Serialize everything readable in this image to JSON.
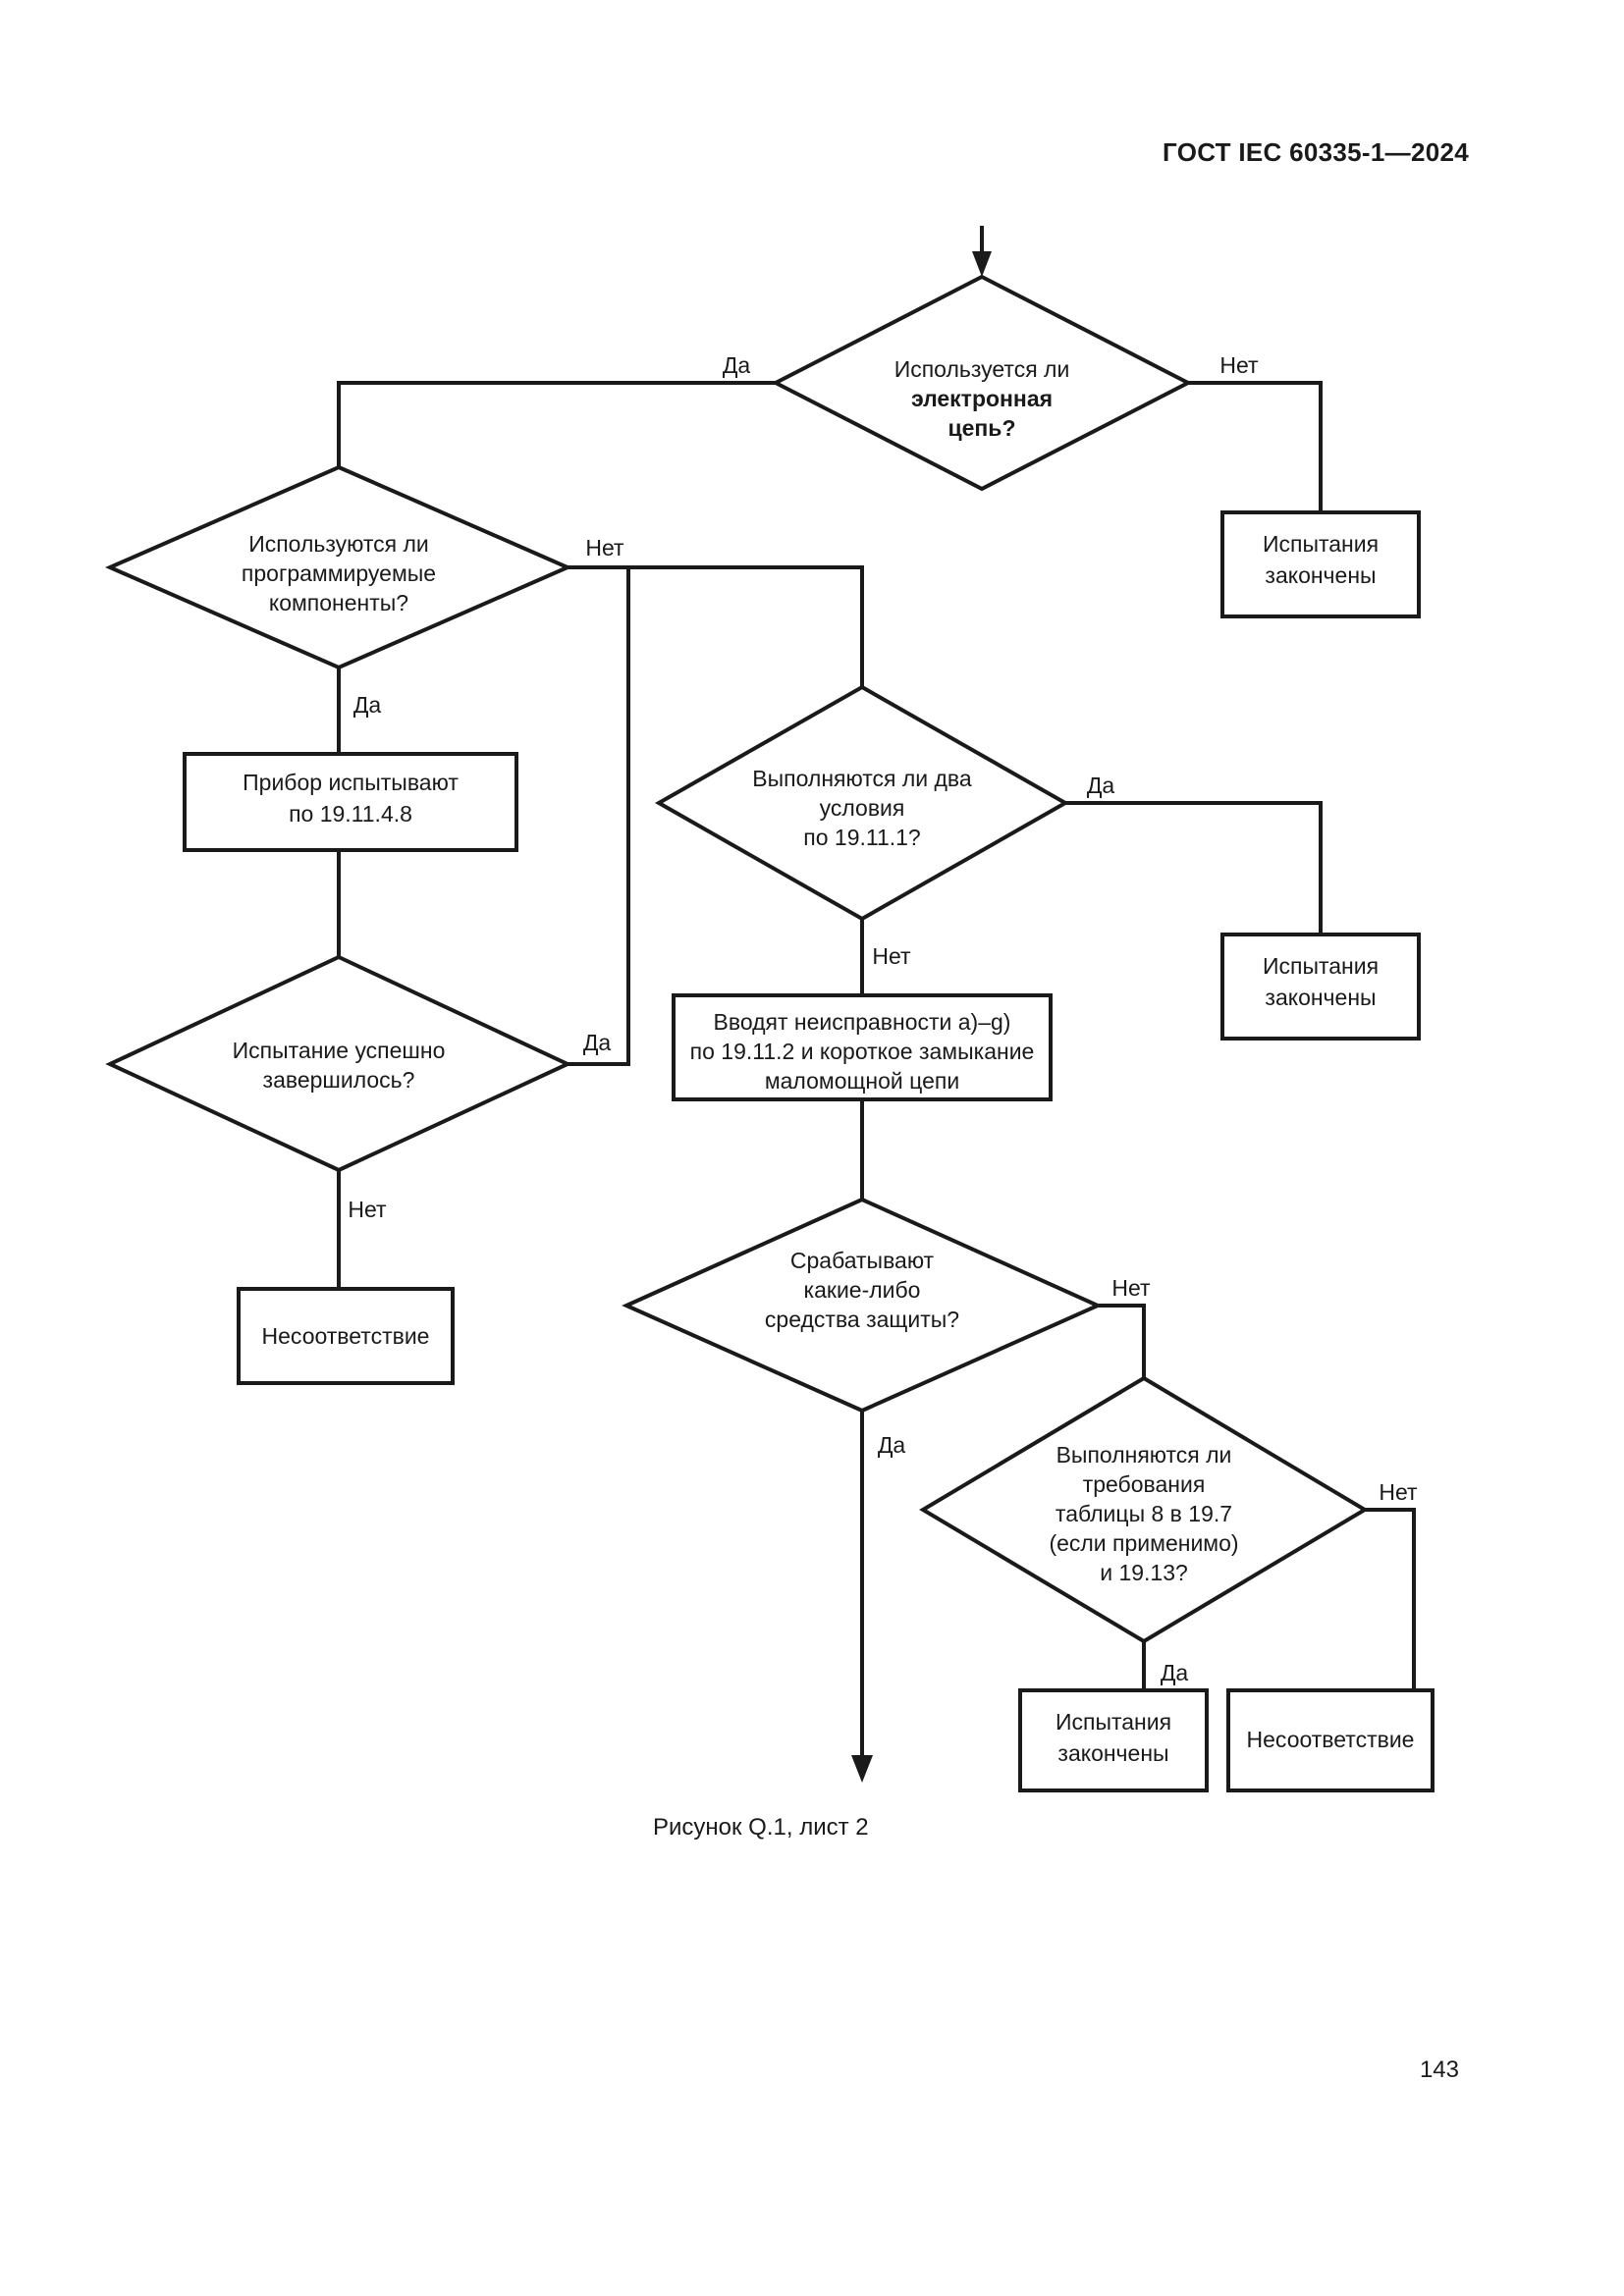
{
  "document": {
    "header": "ГОСТ IEC 60335-1—2024",
    "page_number": "143",
    "figure_caption": "Рисунок Q.1, лист 2"
  },
  "colors": {
    "ink": "#1a1a1a",
    "paper": "#ffffff"
  },
  "flowchart": {
    "labels": {
      "yes": "Да",
      "no": "Нет"
    },
    "nodes": {
      "d_electronic": {
        "type": "decision",
        "lines": [
          {
            "text": "Используется ли",
            "bold": false
          },
          {
            "text": "электронная",
            "bold": true
          },
          {
            "text": "цепь?",
            "bold": true
          }
        ]
      },
      "d_programmable": {
        "type": "decision",
        "lines": [
          {
            "text": "Используются ли",
            "bold": false
          },
          {
            "text": "программируемые",
            "bold": false
          },
          {
            "text": "компоненты?",
            "bold": false
          }
        ]
      },
      "p_test_19_11_4_8": {
        "type": "process",
        "lines": [
          {
            "text": "Прибор испытывают",
            "bold": false
          },
          {
            "text": "по 19.11.4.8",
            "bold": false
          }
        ]
      },
      "d_test_success": {
        "type": "decision",
        "lines": [
          {
            "text": "Испытание успешно",
            "bold": false
          },
          {
            "text": "завершилось?",
            "bold": false
          }
        ]
      },
      "t_noncompliance_left": {
        "type": "terminal",
        "lines": [
          {
            "text": "Несоответствие",
            "bold": false
          }
        ]
      },
      "t_tests_done_top": {
        "type": "terminal",
        "lines": [
          {
            "text": "Испытания",
            "bold": false
          },
          {
            "text": "закончены",
            "bold": false
          }
        ]
      },
      "d_two_conditions": {
        "type": "decision",
        "lines": [
          {
            "text": "Выполняются ли два",
            "bold": false
          },
          {
            "text": "условия",
            "bold": false
          },
          {
            "text": "по 19.11.1?",
            "bold": false
          }
        ]
      },
      "t_tests_done_mid": {
        "type": "terminal",
        "lines": [
          {
            "text": "Испытания",
            "bold": false
          },
          {
            "text": "закончены",
            "bold": false
          }
        ]
      },
      "p_introduce_faults": {
        "type": "process",
        "lines": [
          {
            "text": "Вводят неисправности a)–g)",
            "bold": false
          },
          {
            "text": "по 19.11.2 и короткое замыкание",
            "bold": false
          },
          {
            "text": "маломощной цепи",
            "bold": false
          }
        ]
      },
      "d_protective_devices": {
        "type": "decision",
        "lines": [
          {
            "text": "Срабатывают",
            "bold": false
          },
          {
            "text": "какие-либо",
            "bold": false
          },
          {
            "text": "средства защиты?",
            "bold": false
          }
        ]
      },
      "d_table8_requirements": {
        "type": "decision",
        "lines": [
          {
            "text": "Выполняются ли",
            "bold": false
          },
          {
            "text": "требования",
            "bold": false
          },
          {
            "text": "таблицы 8 в 19.7",
            "bold": false
          },
          {
            "text": "(если применимо)",
            "bold": false
          },
          {
            "text": "и 19.13?",
            "bold": false
          }
        ]
      },
      "t_tests_done_bottom": {
        "type": "terminal",
        "lines": [
          {
            "text": "Испытания",
            "bold": false
          },
          {
            "text": "закончены",
            "bold": false
          }
        ]
      },
      "t_noncompliance_right": {
        "type": "terminal",
        "lines": [
          {
            "text": "Несоответствие",
            "bold": false
          }
        ]
      }
    },
    "edge_labels": [
      {
        "id": "e_electronic_yes",
        "text": "Да"
      },
      {
        "id": "e_electronic_no",
        "text": "Нет"
      },
      {
        "id": "e_programmable_no",
        "text": "Нет"
      },
      {
        "id": "e_programmable_yes",
        "text": "Да"
      },
      {
        "id": "e_test_success_yes",
        "text": "Да"
      },
      {
        "id": "e_test_success_no",
        "text": "Нет"
      },
      {
        "id": "e_two_conditions_yes",
        "text": "Да"
      },
      {
        "id": "e_two_conditions_no",
        "text": "Нет"
      },
      {
        "id": "e_protective_no",
        "text": "Нет"
      },
      {
        "id": "e_protective_yes",
        "text": "Да"
      },
      {
        "id": "e_table8_no",
        "text": "Нет"
      },
      {
        "id": "e_table8_yes",
        "text": "Да"
      }
    ]
  }
}
